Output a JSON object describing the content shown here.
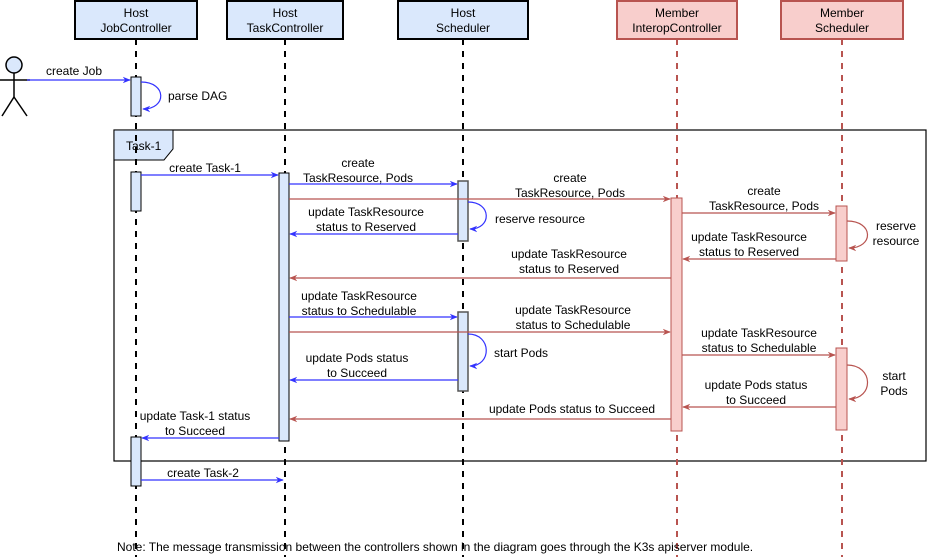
{
  "colors": {
    "host_fill": "#dae8fc",
    "host_stroke": "#000000",
    "member_fill": "#f8cecc",
    "member_stroke": "#b85450",
    "host_message": "#3333ff",
    "member_message": "#b85450",
    "frame": "#000000"
  },
  "actor": {
    "name": "user",
    "icon": "stick-figure-icon"
  },
  "participants": [
    {
      "id": "jobctl",
      "group": "host",
      "line1": "Host",
      "line2": "JobController"
    },
    {
      "id": "taskctl",
      "group": "host",
      "line1": "Host",
      "line2": "TaskController"
    },
    {
      "id": "hostsched",
      "group": "host",
      "line1": "Host",
      "line2": "Scheduler"
    },
    {
      "id": "interop",
      "group": "member",
      "line1": "Member",
      "line2": "InteropController"
    },
    {
      "id": "membersched",
      "group": "member",
      "line1": "Member",
      "line2": "Scheduler"
    }
  ],
  "frame": {
    "label": "Task-1"
  },
  "messages": [
    {
      "from": "actor",
      "to": "jobctl",
      "color": "host",
      "lines": [
        "create Job"
      ]
    },
    {
      "from": "jobctl",
      "to": "jobctl",
      "color": "host",
      "self": true,
      "lines": [
        "parse DAG"
      ]
    },
    {
      "from": "jobctl",
      "to": "taskctl",
      "color": "host",
      "lines": [
        "create Task-1"
      ]
    },
    {
      "from": "taskctl",
      "to": "hostsched",
      "color": "host",
      "lines": [
        "create",
        "TaskResource, Pods"
      ]
    },
    {
      "from": "taskctl",
      "to": "interop",
      "color": "member",
      "lines": [
        "create",
        "TaskResource, Pods"
      ]
    },
    {
      "from": "hostsched",
      "to": "hostsched",
      "color": "host",
      "self": true,
      "lines": [
        "reserve resource"
      ]
    },
    {
      "from": "hostsched",
      "to": "taskctl",
      "color": "host",
      "lines": [
        "update TaskResource",
        "status to Reserved"
      ]
    },
    {
      "from": "interop",
      "to": "membersched",
      "color": "member",
      "lines": [
        "create",
        "TaskResource, Pods"
      ]
    },
    {
      "from": "membersched",
      "to": "membersched",
      "color": "member",
      "self": true,
      "lines": [
        "reserve",
        "resource"
      ]
    },
    {
      "from": "membersched",
      "to": "interop",
      "color": "member",
      "lines": [
        "update TaskResource",
        "status to Reserved"
      ]
    },
    {
      "from": "interop",
      "to": "taskctl",
      "color": "member",
      "lines": [
        "update TaskResource",
        "status to Reserved"
      ]
    },
    {
      "from": "taskctl",
      "to": "hostsched",
      "color": "host",
      "lines": [
        "update TaskResource",
        "status to Schedulable"
      ]
    },
    {
      "from": "taskctl",
      "to": "interop",
      "color": "member",
      "lines": [
        "update TaskResource",
        "status to Schedulable"
      ]
    },
    {
      "from": "hostsched",
      "to": "hostsched",
      "color": "host",
      "self": true,
      "lines": [
        "start Pods"
      ]
    },
    {
      "from": "interop",
      "to": "membersched",
      "color": "member",
      "lines": [
        "update TaskResource",
        "status to Schedulable"
      ]
    },
    {
      "from": "hostsched",
      "to": "taskctl",
      "color": "host",
      "lines": [
        "update Pods status",
        "to Succeed"
      ]
    },
    {
      "from": "membersched",
      "to": "membersched",
      "color": "member",
      "self": true,
      "lines": [
        "start",
        "Pods"
      ]
    },
    {
      "from": "membersched",
      "to": "interop",
      "color": "member",
      "lines": [
        "update Pods status",
        "to Succeed"
      ]
    },
    {
      "from": "interop",
      "to": "taskctl",
      "color": "member",
      "lines": [
        "update Pods status to Succeed"
      ]
    },
    {
      "from": "taskctl",
      "to": "jobctl",
      "color": "host",
      "lines": [
        "update Task-1 status",
        "to Succeed"
      ]
    },
    {
      "from": "jobctl",
      "to": "taskctl",
      "color": "host",
      "lines": [
        "create Task-2"
      ]
    }
  ],
  "note": "Note: The message transmission between the controllers shown in the diagram goes through the K3s apiserver module."
}
